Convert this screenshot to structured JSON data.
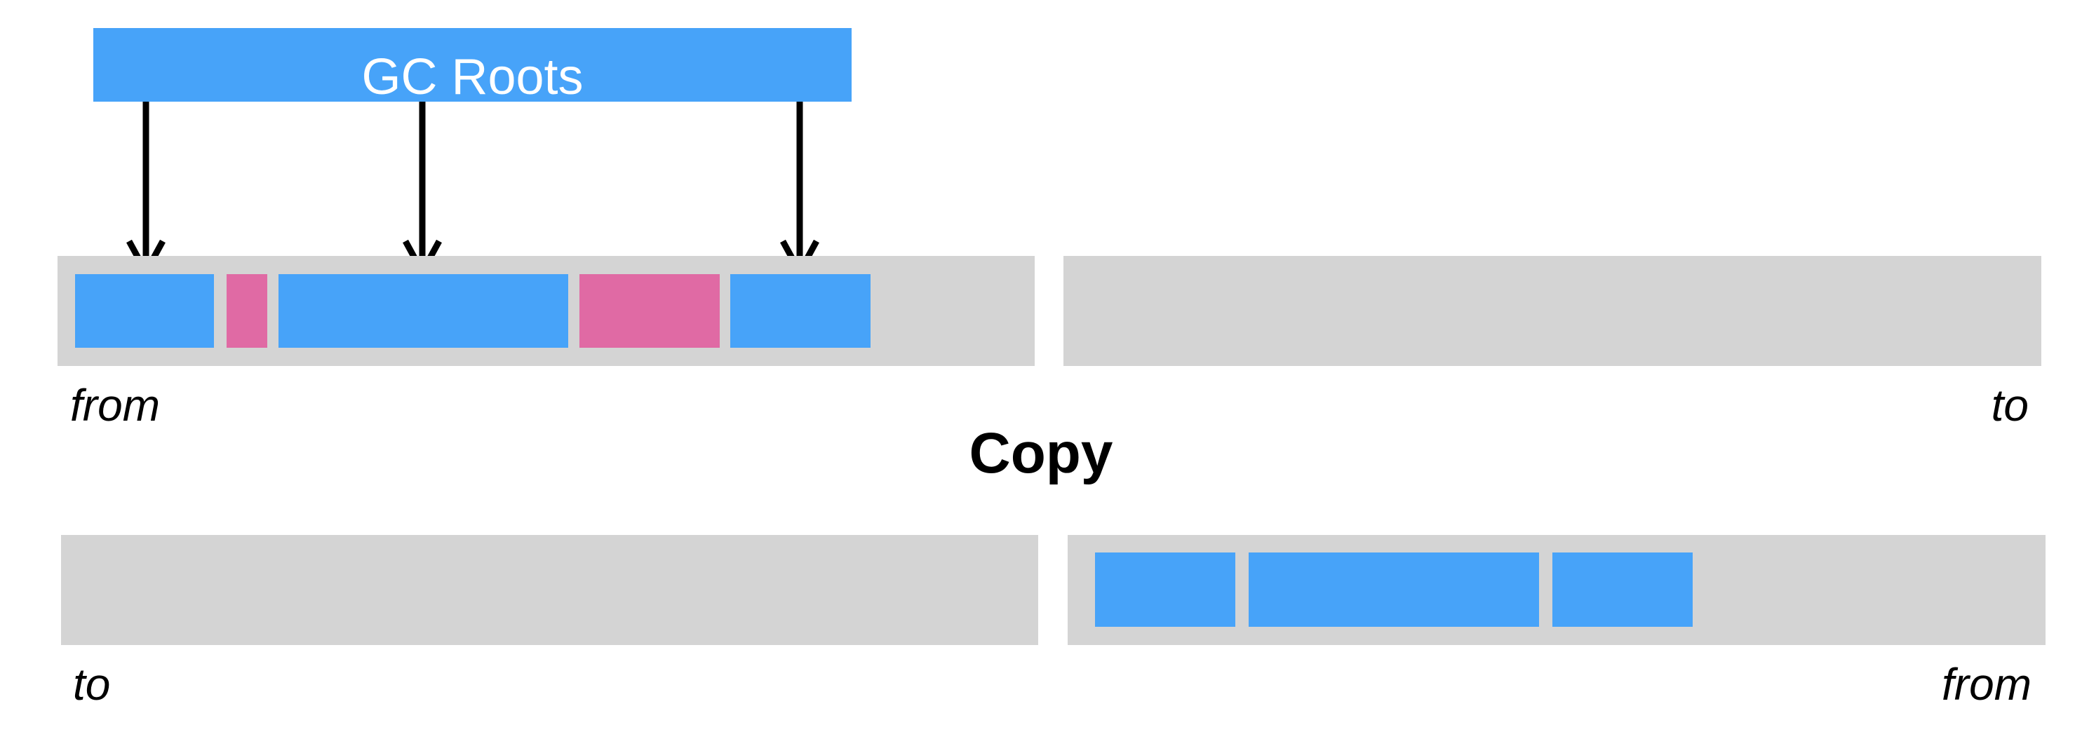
{
  "roots": {
    "label": "GC Roots",
    "color": "#47a3f9"
  },
  "top_row": {
    "left_label": "from",
    "right_label": "to"
  },
  "operation_label": "Copy",
  "bottom_row": {
    "left_label": "to",
    "right_label": "from"
  },
  "colors": {
    "live_object": "#47a3f9",
    "garbage_object": "#e06aa4",
    "space_background": "#d4d4d4",
    "arrow": "#000000"
  }
}
